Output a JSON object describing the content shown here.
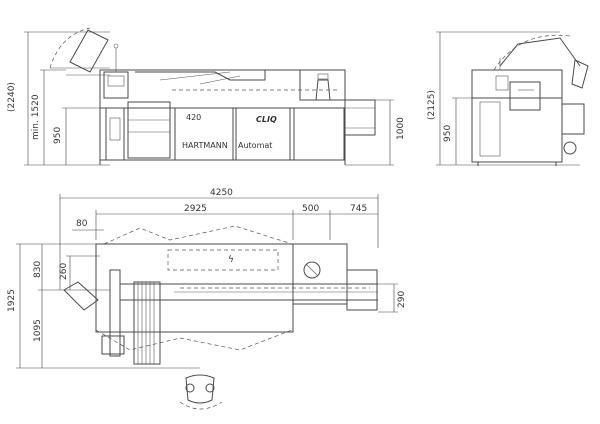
{
  "front_view": {
    "dimensions": {
      "total_height_parenthetical": "(2240)",
      "min_height": "min. 1520",
      "table_height": "950",
      "conveyor_height": "1000"
    },
    "panel_labels": {
      "model_number": "420",
      "brand": "HARTMANN",
      "model_name": "Automat",
      "logo": "CLIQ"
    }
  },
  "side_view": {
    "dimensions": {
      "total_height_parenthetical": "(2125)",
      "table_height": "950"
    }
  },
  "top_view": {
    "dimensions": {
      "overall_length": "4250",
      "main_length": "2925",
      "middle_length": "500",
      "end_length": "745",
      "left_offset": "80",
      "overall_depth": "1925",
      "upper_depth": "830",
      "lower_depth": "1095",
      "inner_offset": "260",
      "conveyor_width": "290"
    },
    "symbols": {
      "electrical": "ϟ"
    }
  }
}
